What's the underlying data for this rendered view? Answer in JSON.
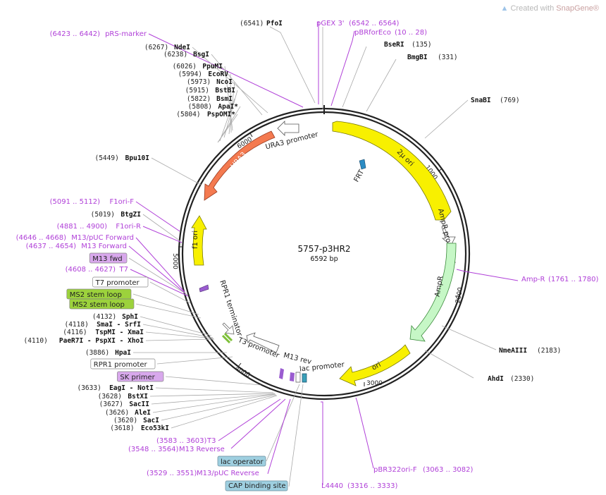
{
  "watermark": {
    "text": "Created with ",
    "brand": "SnapGene®"
  },
  "plasmid": {
    "name": "5757-p3HR2",
    "length_label": "6592 bp"
  },
  "ticks": [
    "1000",
    "2000",
    "3000",
    "4000",
    "5000",
    "6000"
  ],
  "features": {
    "URA3": "URA3",
    "URA3_promoter": "URA3 promoter",
    "two_mu_ori": "2μ ori",
    "FRT": "FRT",
    "AmpR_promoter": "AmpR promoter",
    "AmpR": "AmpR",
    "ori": "ori",
    "lac_promoter": "lac promoter",
    "M13_rev": "M13 rev",
    "T3_promoter": "T3 promoter",
    "RPR1_terminator": "RPR1 terminator",
    "f1_ori": "f1 ori"
  },
  "top_labels": {
    "pGEX3_name": "pGEX 3'",
    "pGEX3_range": "(6542 .. 6564)",
    "pBRforEco_name": "pBRforEco",
    "pBRforEco_range": "(10 .. 28)",
    "PfoI_num": "(6541)",
    "PfoI": "PfoI",
    "BseRI": "BseRI",
    "BseRI_num": "(135)",
    "BmgBI": "BmgBI",
    "BmgBI_num": "(331)",
    "SnaBI": "SnaBI",
    "SnaBI_num": "(769)"
  },
  "right_labels": {
    "AmpR_primer_name": "Amp-R",
    "AmpR_primer_range": "(1761 .. 1780)",
    "NmeAIII": "NmeAIII",
    "NmeAIII_num": "(2183)",
    "AhdI": "AhdI",
    "AhdI_num": "(2330)"
  },
  "bottom_labels": {
    "pBR322ori_name": "pBR322ori-F",
    "pBR322ori_range": "(3063 .. 3082)",
    "L4440_name": "L4440",
    "L4440_range": "(3316 .. 3333)",
    "CAP": "CAP binding site",
    "lac_operator": "lac operator",
    "M13pUCRev_range": "(3529 .. 3551)",
    "M13pUCRev_name": "M13/pUC Reverse",
    "M13Reverse_range": "(3548 .. 3564)",
    "M13Reverse_name": "M13 Reverse",
    "T3_range": "(3583 .. 3603)",
    "T3_name": "T3"
  },
  "left_labels": [
    {
      "num": "(6423 .. 6442)",
      "name": "pRS-marker",
      "kind": "primer"
    },
    {
      "num": "(6267)",
      "name": "NdeI",
      "kind": "enzyme"
    },
    {
      "num": "(6238)",
      "name": "BsgI",
      "kind": "enzyme"
    },
    {
      "num": "(6026)",
      "name": "PpuMI",
      "kind": "enzyme"
    },
    {
      "num": "(5994)",
      "name": "EcoRV",
      "kind": "enzyme"
    },
    {
      "num": "(5973)",
      "name": "NcoI",
      "kind": "enzyme"
    },
    {
      "num": "(5915)",
      "name": "BstBI",
      "kind": "enzyme"
    },
    {
      "num": "(5822)",
      "name": "BsmI",
      "kind": "enzyme"
    },
    {
      "num": "(5808)",
      "name": "ApaI*",
      "kind": "enzyme"
    },
    {
      "num": "(5804)",
      "name": "PspOMI*",
      "kind": "enzyme"
    },
    {
      "num": "(5449)",
      "name": "Bpu10I",
      "kind": "enzyme"
    },
    {
      "num": "(5091 .. 5112)",
      "name": "F1ori-F",
      "kind": "primer"
    },
    {
      "num": "(5019)",
      "name": "BtgZI",
      "kind": "enzyme"
    },
    {
      "num": "(4881 .. 4900)",
      "name": "F1ori-R",
      "kind": "primer"
    },
    {
      "num": "(4646 .. 4668)",
      "name": "M13/pUC Forward",
      "kind": "primer"
    },
    {
      "num": "(4637 .. 4654)",
      "name": "M13 Forward",
      "kind": "primer"
    },
    {
      "num": "",
      "name": "M13 fwd",
      "kind": "box-purple"
    },
    {
      "num": "(4608 .. 4627)",
      "name": "T7",
      "kind": "primer"
    },
    {
      "num": "",
      "name": "T7 promoter",
      "kind": "box-white"
    },
    {
      "num": "",
      "name": "MS2 stem loop",
      "kind": "box-green"
    },
    {
      "num": "",
      "name": "MS2 stem loop",
      "kind": "box-green"
    },
    {
      "num": "(4132)",
      "name": "SphI",
      "kind": "enzyme"
    },
    {
      "num": "(4118)",
      "name": "SmaI - SrfI",
      "kind": "enzyme"
    },
    {
      "num": "(4116)",
      "name": "TspMI - XmaI",
      "kind": "enzyme"
    },
    {
      "num": "(4110)",
      "name": "PaeR7I - PspXI - XhoI",
      "kind": "enzyme"
    },
    {
      "num": "(3886)",
      "name": "HpaI",
      "kind": "enzyme"
    },
    {
      "num": "",
      "name": "RPR1 promoter",
      "kind": "box-white"
    },
    {
      "num": "",
      "name": "SK primer",
      "kind": "box-purple"
    },
    {
      "num": "(3633)",
      "name": "EagI - NotI",
      "kind": "enzyme"
    },
    {
      "num": "(3628)",
      "name": "BstXI",
      "kind": "enzyme"
    },
    {
      "num": "(3627)",
      "name": "SacII",
      "kind": "enzyme"
    },
    {
      "num": "(3626)",
      "name": "AleI",
      "kind": "enzyme"
    },
    {
      "num": "(3620)",
      "name": "SacI",
      "kind": "enzyme"
    },
    {
      "num": "(3618)",
      "name": "Eco53kI",
      "kind": "enzyme"
    }
  ],
  "colors": {
    "yellow": "#f8f000",
    "orange": "#f47a50",
    "green": "#c6f7c6",
    "primer": "#b040d8",
    "backbone": "#222222",
    "leader": "#a8a8a8"
  }
}
